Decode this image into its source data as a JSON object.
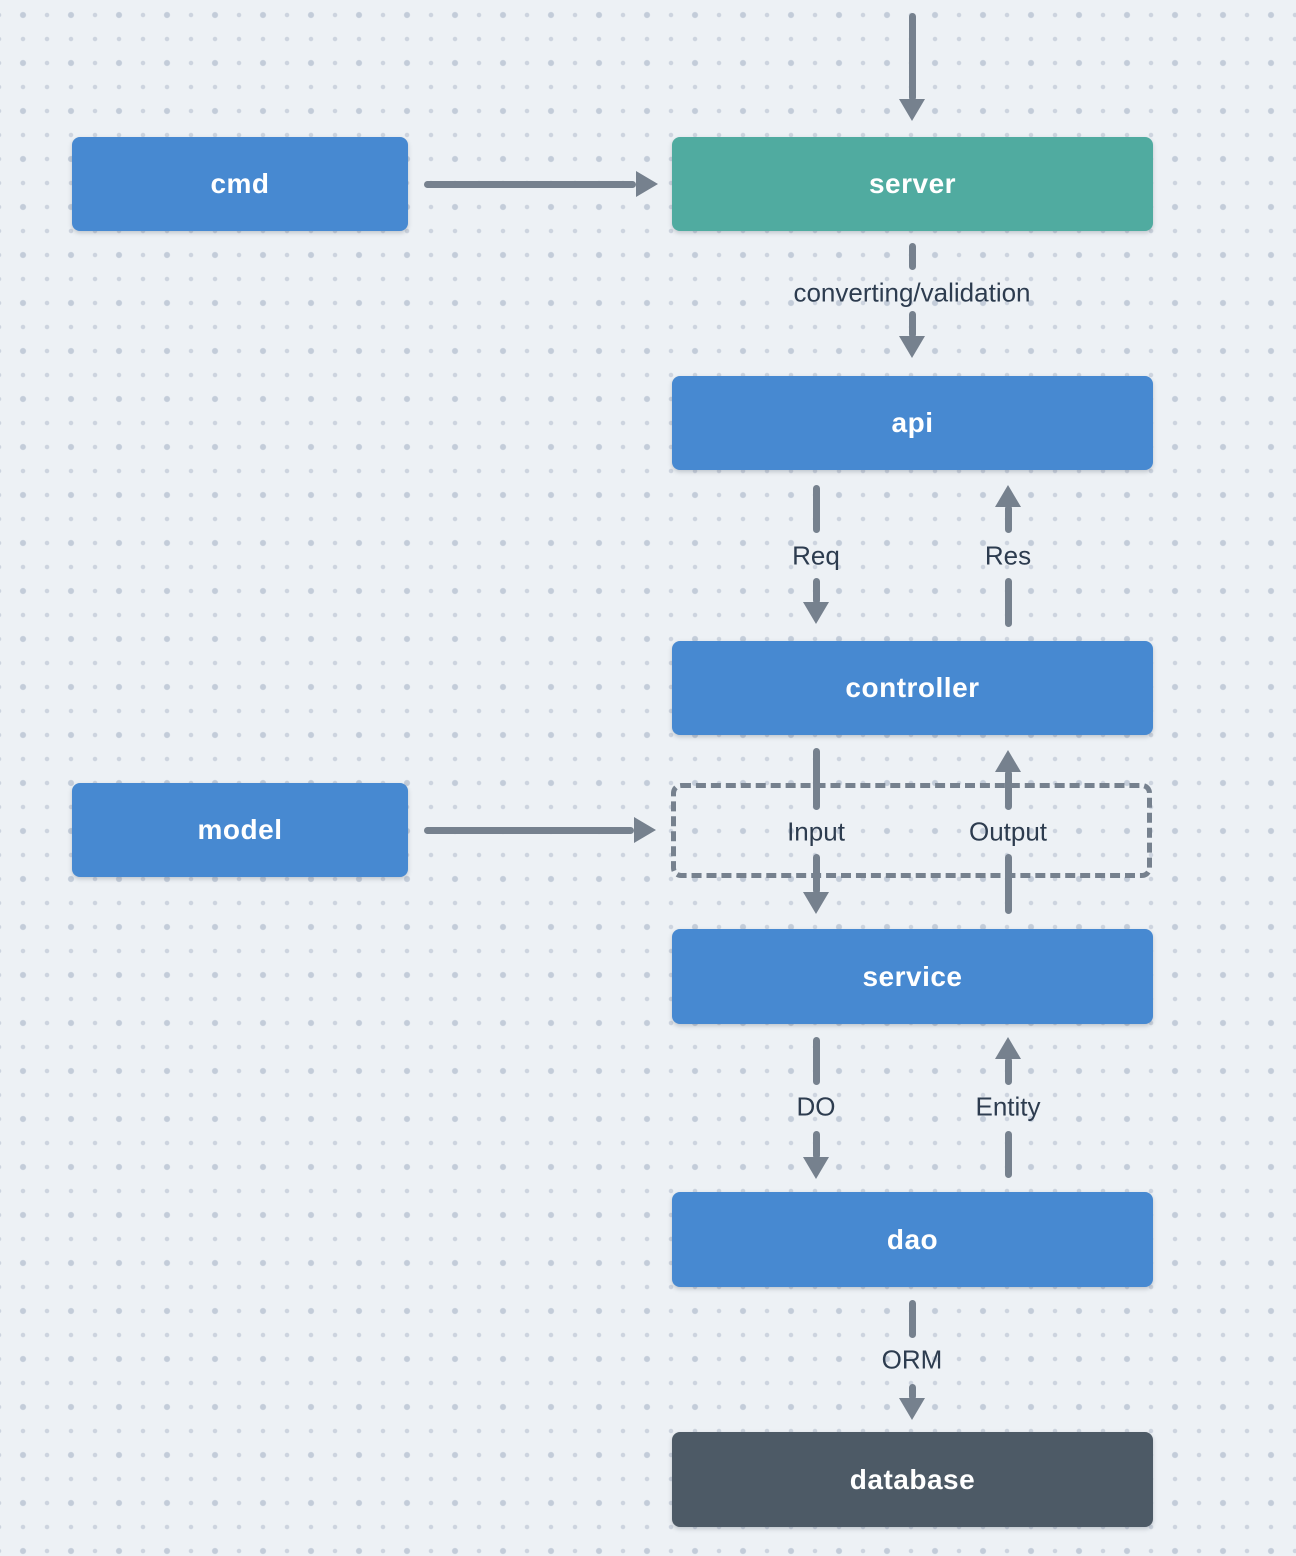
{
  "colors": {
    "background": "#edf1f5",
    "dot_small": "#cdd4df",
    "dot_large": "#c3ccd9",
    "node_blue": "#4789d1",
    "node_teal": "#50aba0",
    "node_dark": "#4d5a66",
    "node_text": "#ffffff",
    "arrow_gray": "#76818e",
    "dashed_border": "#76818e",
    "edge_label_text": "#2d3c4f"
  },
  "nodes": {
    "cmd": {
      "label": "cmd"
    },
    "server": {
      "label": "server"
    },
    "api": {
      "label": "api"
    },
    "controller": {
      "label": "controller"
    },
    "model": {
      "label": "model"
    },
    "service": {
      "label": "service"
    },
    "dao": {
      "label": "dao"
    },
    "database": {
      "label": "database"
    }
  },
  "edge_labels": {
    "converting": {
      "label": "converting/validation"
    },
    "req": {
      "label": "Req"
    },
    "res": {
      "label": "Res"
    },
    "input": {
      "label": "Input"
    },
    "output": {
      "label": "Output"
    },
    "do": {
      "label": "DO"
    },
    "entity": {
      "label": "Entity"
    },
    "orm": {
      "label": "ORM"
    }
  }
}
